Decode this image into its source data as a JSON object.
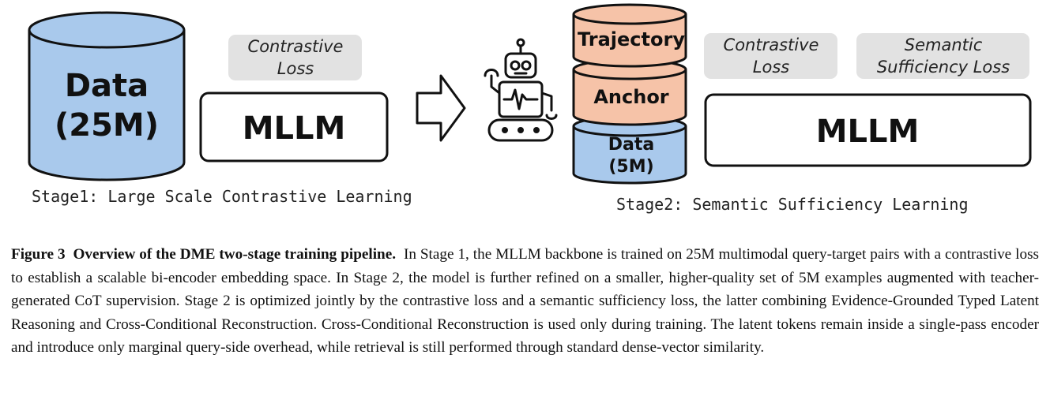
{
  "stage1": {
    "data_line1": "Data",
    "data_line2": "(25M)",
    "loss_line1": "Contrastive",
    "loss_line2": "Loss",
    "model": "MLLM",
    "caption": "Stage1: Large Scale Contrastive Learning"
  },
  "stage2": {
    "trajectory": "Trajectory",
    "anchor": "Anchor",
    "data_line1": "Data",
    "data_line2": "(5M)",
    "loss1_line1": "Contrastive",
    "loss1_line2": "Loss",
    "loss2_line1": "Semantic",
    "loss2_line2": "Sufficiency Loss",
    "model": "MLLM",
    "caption": "Stage2: Semantic Sufficiency Learning"
  },
  "colors": {
    "data_blue": "#a9c9ec",
    "peach": "#f6c3a8",
    "loss_gray": "#e2e2e2",
    "stroke": "#111111"
  },
  "icons": {
    "arrow": "right-arrow-icon",
    "robot": "robot-icon"
  },
  "figure_caption": {
    "label": "Figure 3",
    "title": "Overview of the DME two-stage training pipeline.",
    "body": "In Stage 1, the MLLM backbone is trained on 25M multimodal query-target pairs with a contrastive loss to establish a scalable bi-encoder embedding space. In Stage 2, the model is further refined on a smaller, higher-quality set of 5M examples augmented with teacher-generated CoT supervision. Stage 2 is optimized jointly by the contrastive loss and a semantic sufficiency loss, the latter combining Evidence-Grounded Typed Latent Reasoning and Cross-Conditional Reconstruction. Cross-Conditional Reconstruction is used only during training. The latent tokens remain inside a single-pass encoder and introduce only marginal query-side overhead, while retrieval is still performed through standard dense-vector similarity."
  }
}
